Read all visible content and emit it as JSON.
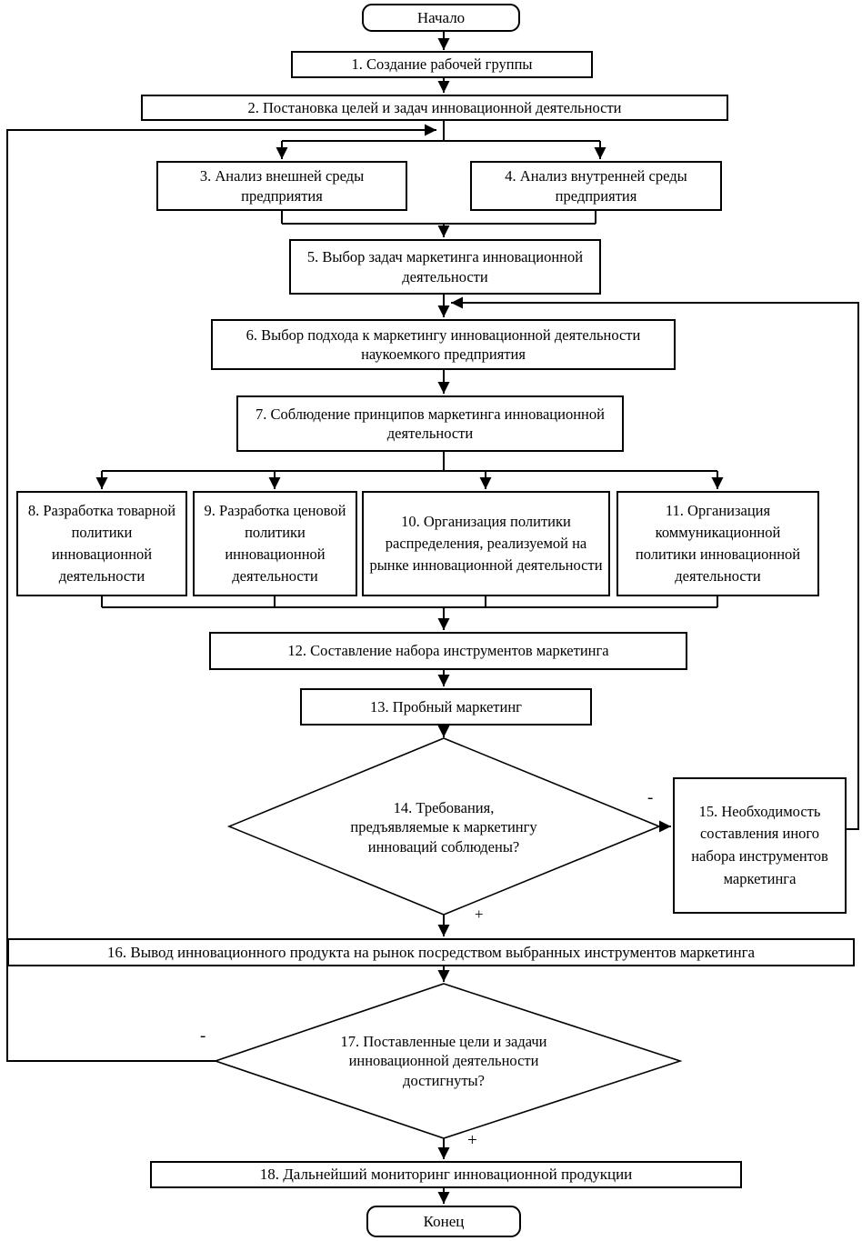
{
  "flowchart": {
    "start_label": "Начало",
    "end_label": "Конец",
    "steps": [
      {
        "label": "1. Создание рабочей группы"
      },
      {
        "label": "2. Постановка целей и задач инновационной деятельности"
      },
      {
        "label": "3. Анализ внешней среды предприятия"
      },
      {
        "label": "4. Анализ внутренней среды предприятия"
      },
      {
        "label": "5. Выбор задач маркетинга инновационной деятельности"
      },
      {
        "label": "6. Выбор подхода к маркетингу инновационной деятельности наукоемкого предприятия"
      },
      {
        "label": "7. Соблюдение принципов маркетинга инновационной деятельности"
      },
      {
        "label": "8. Разработка товарной политики инновационной деятельности"
      },
      {
        "label": "9. Разработка ценовой политики инновационной деятельности"
      },
      {
        "label": "10. Организация политики распределения, реализуемой на рынке инновационной деятельности"
      },
      {
        "label": "11. Организация коммуникационной политики инновационной деятельности"
      },
      {
        "label": "12. Составление набора инструментов маркетинга"
      },
      {
        "label": "13. Пробный маркетинг"
      },
      {
        "label": "14. Требования, предъявляемые к маркетингу инноваций соблюдены?"
      },
      {
        "label": "15. Необходимость составления иного набора инструментов маркетинга"
      },
      {
        "label": "16. Вывод инновационного продукта на рынок посредством выбранных инструментов маркетинга"
      },
      {
        "label": "17. Поставленные цели и задачи инновационной деятельности достигнуты?"
      },
      {
        "label": "18. Дальнейший мониторинг инновационной продукции"
      }
    ],
    "branches": {
      "d14_no": "-",
      "d14_yes": "+",
      "d17_no": "-",
      "d17_yes": "+"
    },
    "colors": {
      "stroke": "#000000",
      "background": "#ffffff"
    }
  }
}
